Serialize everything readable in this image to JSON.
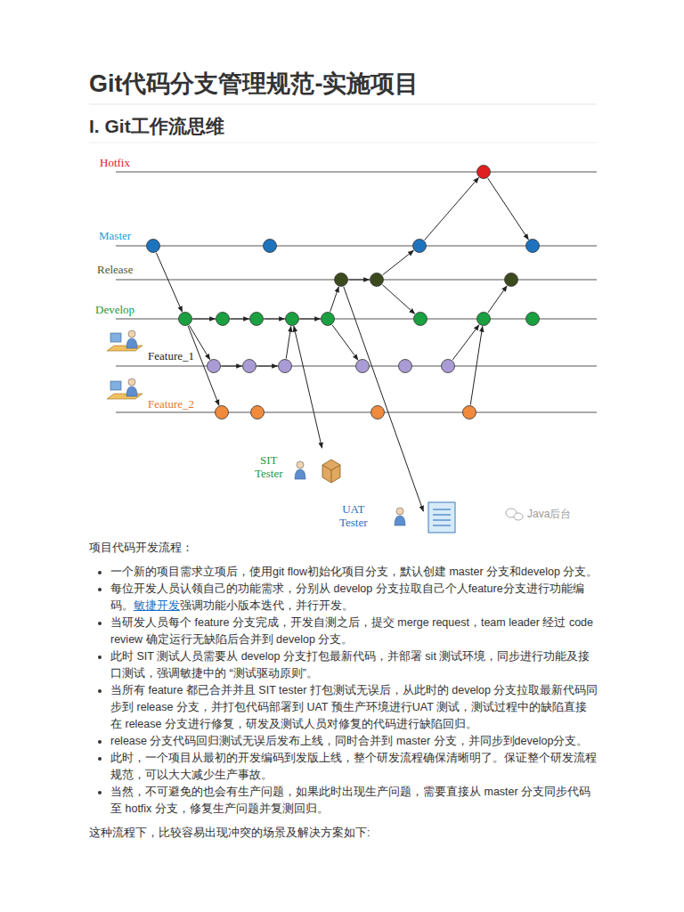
{
  "diagram": {
    "title": "Git代码分支管理规范-实施项目",
    "labels": [
      "I. Git工作流思维",
      "Hotfix",
      "Master",
      "Release",
      "Develop",
      "Feature_1",
      "Feature_2",
      "SIT Tester",
      "UAT Tester",
      "Java后台",
      "项目代码开发流程：",
      "一个新的项目需求立项后，使用git flow初始化项目分支，默认创建 master 分支和develop 分支。",
      "每位开发人员认领自己的功能需求，分别从 develop 分支拉取自己个人feature分支进行功能编码。",
      "敏捷开发",
      "强调功能小版本迭代，并行开发。",
      "当研发人员每个 feature 分支完成，开发自测之后，提交 merge request，team leader 经过 code review 确定运行无缺陷后合并到 develop 分支。",
      "此时 SIT 测试人员需要从 develop 分支打包最新代码，并部署 sit 测试环境，同步进行功能及接口测试，强调敏捷中的 “测试驱动原则”。",
      "当所有 feature 都已合并并且 SIT tester 打包测试无误后，从此时的 develop 分支拉取最新代码同步到 release 分支，并打包代码部署到 UAT 预生产环境进行UAT 测试，测试过程中的缺陷直接在 release 分支进行修复，研发及测试人员对修复的代码进行缺陷回归。",
      "release 分支代码回归测试无误后发布上线，同时合并到 master 分支，并同步到develop分支。",
      "此时，一个项目从最初的开发编码到发版上线，整个研发流程确保清晰明了。保证整个研发流程规范，可以大大减少生产事故。",
      "当然，不可避免的也会有生产问题，如果此时出现生产问题，需要直接从 master 分支同步代码至 hotfix 分支，修复生产问题并复测回归。",
      "这种流程下，比较容易出现冲突的场景及解决方案如下:"
    ]
  }
}
